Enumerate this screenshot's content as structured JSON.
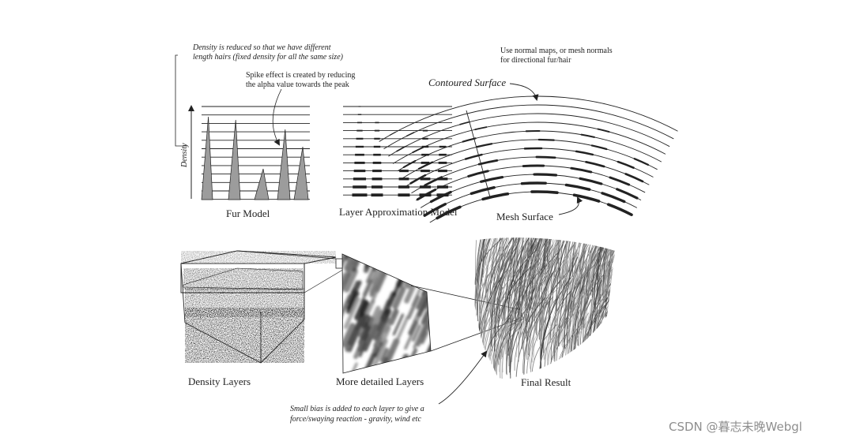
{
  "annotations": {
    "density_note": [
      "Density is reduced so that we have different",
      "length hairs (fixed density for all the same size)"
    ],
    "spike_note": [
      "Spike effect is created by reducing",
      "the alpha value towards the peak"
    ],
    "normal_note": [
      "Use normal maps, or mesh normals",
      "for directional fur/hair"
    ],
    "bias_note": [
      "Small bias is added to each layer to give a",
      "force/swaying reaction - gravity, wind etc"
    ]
  },
  "labels": {
    "density_axis": "Density",
    "fur_model": "Fur Model",
    "layer_model": "Layer Approximation Model",
    "contoured_surface": "Contoured Surface",
    "mesh_surface": "Mesh Surface",
    "density_layers": "Density Layers",
    "detailed_layers": "More detailed Layers",
    "final_result": "Final Result"
  },
  "watermark": "CSDN @暮志未晚Webgl",
  "colors": {
    "ink": "#222222",
    "spike_fill": "#9c9c9c",
    "watermark": "#8e8e8e"
  }
}
